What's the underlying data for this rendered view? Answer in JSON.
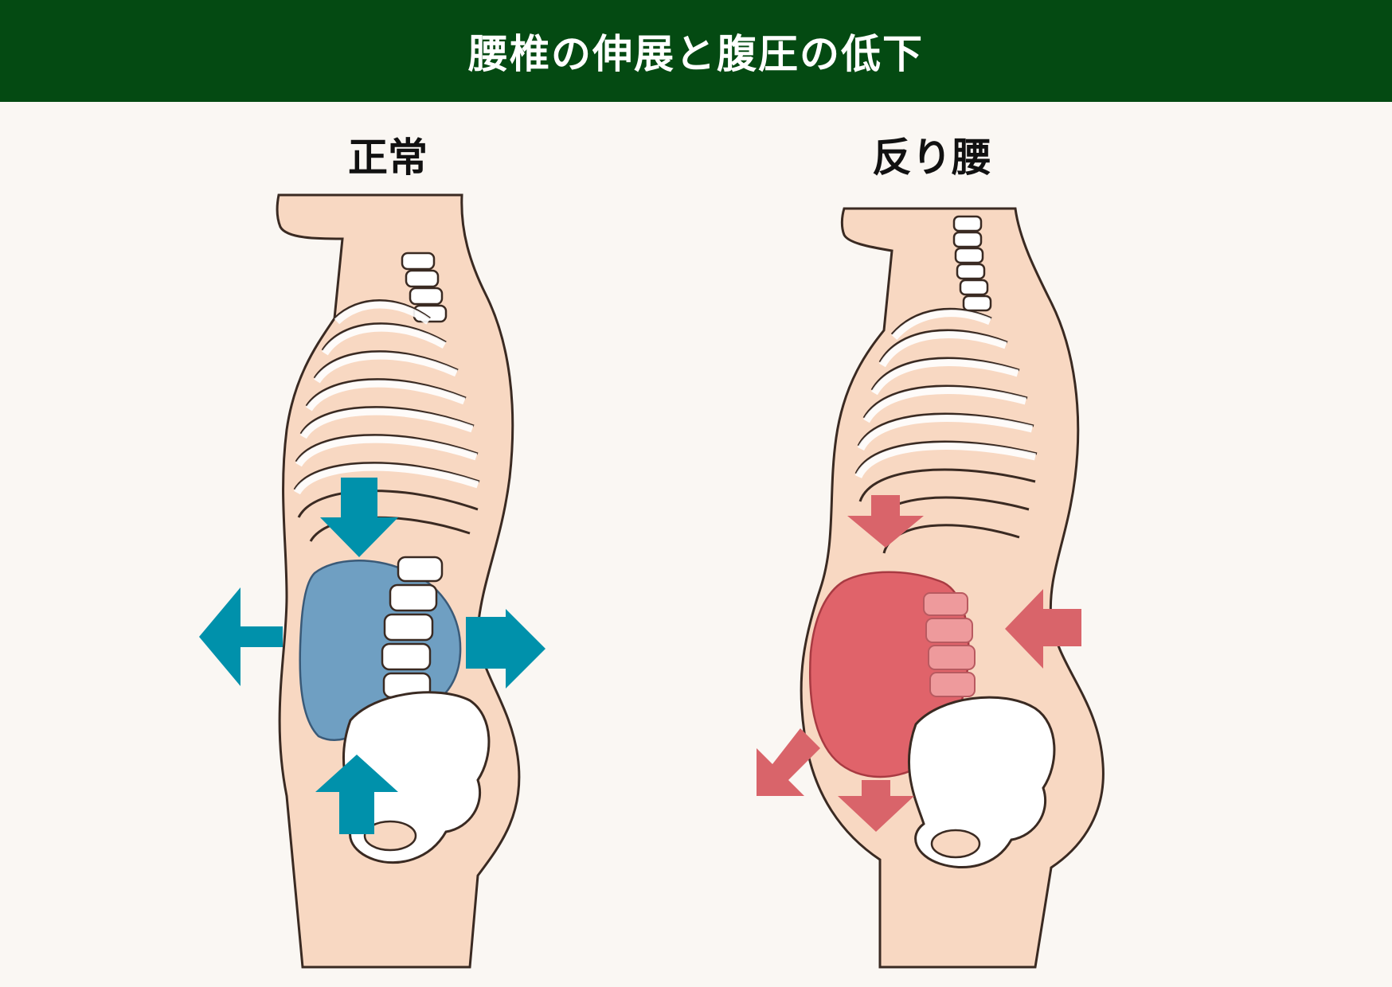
{
  "header": {
    "title": "腰椎の伸展と腹圧の低下"
  },
  "panels": {
    "normal": {
      "label": "正常"
    },
    "sway": {
      "label": "反り腰"
    }
  },
  "colors": {
    "header_bg": "#044a12",
    "background": "#faf7f3",
    "skin": "#f8d8c2",
    "outline": "#3a2a22",
    "bone": "#ffffff",
    "normal_abdomen": "#6f9fc2",
    "normal_arrow": "#0091ab",
    "sway_abdomen": "#e0636a",
    "sway_arrow": "#d9646a"
  },
  "icons": {
    "normal_arrows": [
      "arrow-down-icon",
      "arrow-left-icon",
      "arrow-right-icon",
      "arrow-up-icon"
    ],
    "sway_arrows": [
      "arrow-down-icon",
      "arrow-left-icon",
      "arrow-down-left-icon",
      "arrow-down-icon"
    ]
  }
}
